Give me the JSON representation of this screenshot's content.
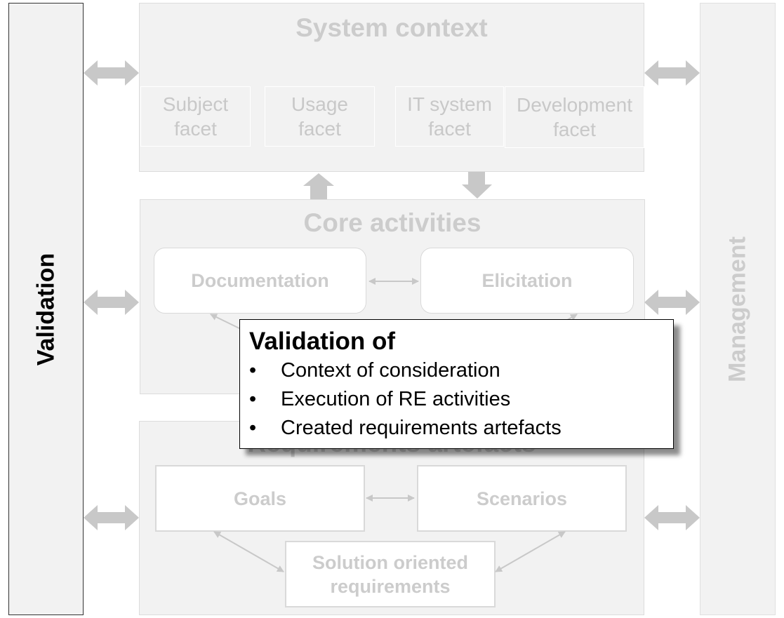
{
  "left_bar": {
    "label": "Validation"
  },
  "right_bar": {
    "label": "Management"
  },
  "system_context": {
    "title": "System context",
    "facets": [
      {
        "line1": "Subject",
        "line2": "facet"
      },
      {
        "line1": "Usage",
        "line2": "facet"
      },
      {
        "line1": "IT system",
        "line2": "facet"
      },
      {
        "line1": "Development",
        "line2": "facet"
      }
    ]
  },
  "core_activities": {
    "title": "Core activities",
    "documentation": "Documentation",
    "elicitation": "Elicitation"
  },
  "requirements_artefacts": {
    "title": "Requirements artefacts",
    "goals": "Goals",
    "scenarios": "Scenarios",
    "solution_line1": "Solution oriented",
    "solution_line2": "requirements"
  },
  "overlay": {
    "title": "Validation of",
    "bullet_char": "•",
    "items": [
      "Context of consideration",
      "Execution of RE activities",
      "Created requirements artefacts"
    ]
  },
  "colors": {
    "panel_bg": "#f2f2f2",
    "faded_text": "#cccccc",
    "arrow_gray": "#c8c8c8",
    "active_text": "#000000"
  }
}
